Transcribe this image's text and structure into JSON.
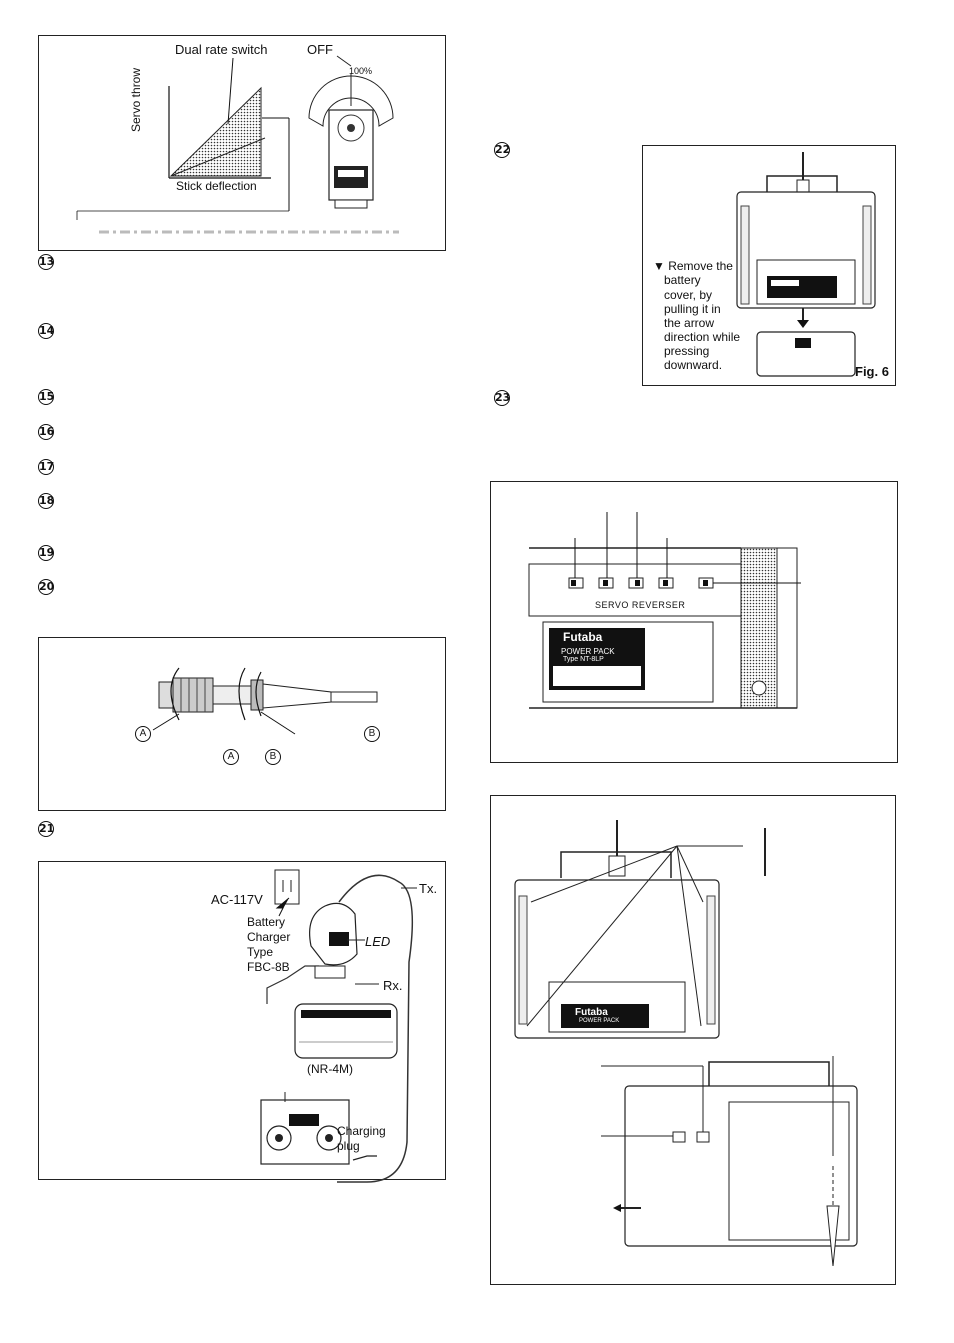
{
  "fig_dual_rate": {
    "switch_label": "Dual rate switch",
    "off_label": "OFF",
    "percent_label": "100%",
    "y_axis_label": "Servo throw",
    "x_axis_label": "Stick deflection"
  },
  "markers": {
    "m13": "13",
    "m14": "14",
    "m15": "15",
    "m16": "16",
    "m17": "17",
    "m18": "18",
    "m19": "19",
    "m20": "20",
    "m21": "21",
    "m22": "22",
    "m23": "23"
  },
  "fig_connector": {
    "label_a_left": "A",
    "label_b_right": "B",
    "label_a_center": "A",
    "label_b_center": "B"
  },
  "fig_charger": {
    "ac_label": "AC-117V",
    "tx_label": "Tx.",
    "charger_line1": "Battery",
    "charger_line2": "Charger",
    "charger_line3": "Type",
    "charger_line4": "FBC-8B",
    "led_label": "LED",
    "rx_label": "Rx.",
    "pack_label": "(NR-4M)",
    "plug_line1": "Charging",
    "plug_line2": "plug"
  },
  "fig6": {
    "caption_line1": "Remove the",
    "caption_line2": "battery",
    "caption_line3": "cover, by",
    "caption_line4": "pulling it in",
    "caption_line5": "the arrow",
    "caption_line6": "direction while",
    "caption_line7": "pressing",
    "caption_line8": "downward.",
    "fig_label": "Fig. 6"
  },
  "fig_reverser": {
    "servo_reverser_label": "SERVO REVERSER",
    "brand": "Futaba",
    "pack_title": "POWER PACK",
    "pack_type": "Type NT-8LP"
  },
  "fig_tx_back": {
    "brand": "Futaba",
    "pack_title": "POWER PACK"
  }
}
